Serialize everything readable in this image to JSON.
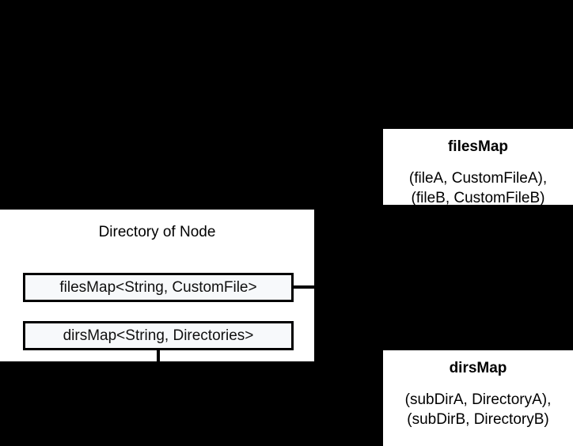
{
  "diagram": {
    "title": "Directory of Node",
    "class_box": {
      "title": "Directory of Node",
      "fields": [
        {
          "label": "filesMap<String, CustomFile>",
          "name": "filesMap"
        },
        {
          "label": "dirsMap<String, Directories>",
          "name": "dirsMap"
        }
      ]
    },
    "notes": [
      {
        "title": "filesMap",
        "lines": [
          "(fileA, CustomFileA),",
          "(fileB, CustomFileB)"
        ]
      },
      {
        "title": "dirsMap",
        "lines": [
          "(subDirA, DirectoryA),",
          "(subDirB, DirectoryB)"
        ]
      }
    ],
    "colors": {
      "background": "#000000",
      "panel": "#ffffff",
      "field_fill": "#f7f9fb",
      "stroke": "#000000",
      "text": "#000000"
    }
  }
}
